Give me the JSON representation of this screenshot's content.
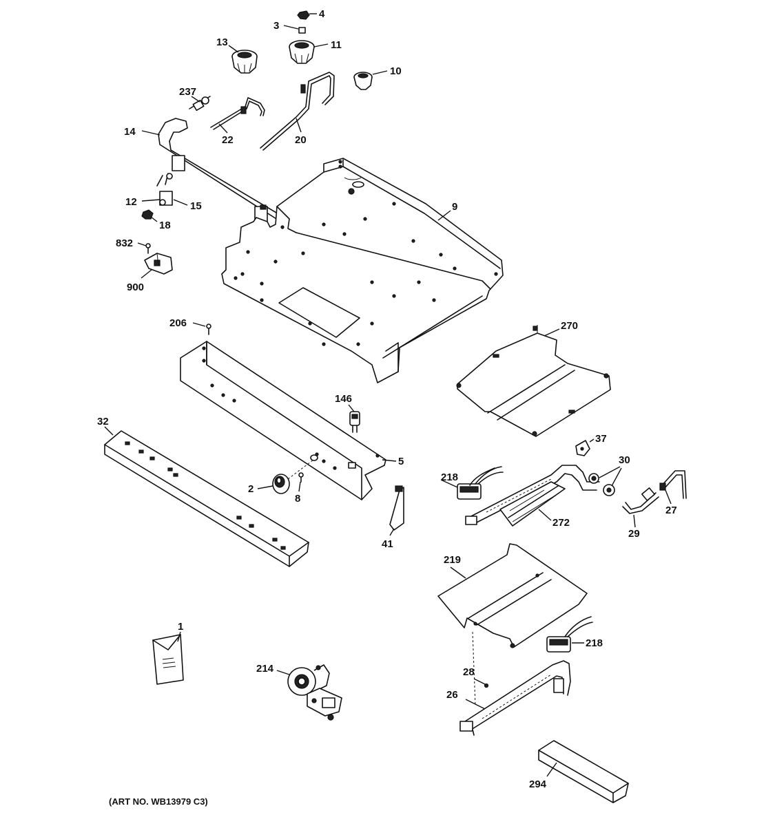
{
  "art_number": "(ART NO. WB13979 C3)",
  "callouts": {
    "c4": "4",
    "c3": "3",
    "c13": "13",
    "c11": "11",
    "c10": "10",
    "c237": "237",
    "c14": "14",
    "c22": "22",
    "c20": "20",
    "c9": "9",
    "c12": "12",
    "c15": "15",
    "c18": "18",
    "c832": "832",
    "c900": "900",
    "c206": "206",
    "c270": "270",
    "c146": "146",
    "c32": "32",
    "c5": "5",
    "c37": "37",
    "c30": "30",
    "c218a": "218",
    "c2": "2",
    "c8": "8",
    "c27": "27",
    "c272": "272",
    "c29": "29",
    "c41": "41",
    "c219": "219",
    "c1": "1",
    "c218b": "218",
    "c214": "214",
    "c28": "28",
    "c26": "26",
    "c294": "294"
  }
}
